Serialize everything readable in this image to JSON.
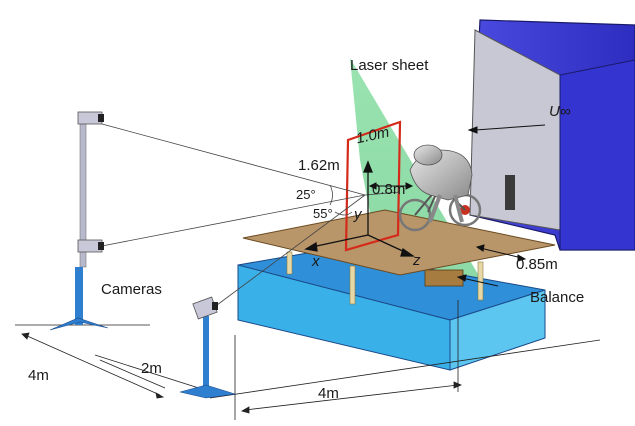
{
  "labels": {
    "laser_sheet": "Laser sheet",
    "u_inf": "U∞",
    "height": "1.62m",
    "width": "1.0m",
    "distance_08": "0.8m",
    "angle_25": "25°",
    "angle_55": "55°",
    "axis_y": "y",
    "axis_x": "x",
    "axis_z": "z",
    "distance_085": "0.85m",
    "cameras": "Cameras",
    "balance": "Balance",
    "dim_4m_left": "4m",
    "dim_2m": "2m",
    "dim_4m_bottom": "4m"
  },
  "colors": {
    "tunnel_blue": "#3a3ad8",
    "laser_green": "#7fd9a0",
    "platform_brown": "#b9956a",
    "base_cyan": "#3ab0e8",
    "frame_red": "#d42a1a",
    "camera_blue": "#2f7fd0"
  }
}
